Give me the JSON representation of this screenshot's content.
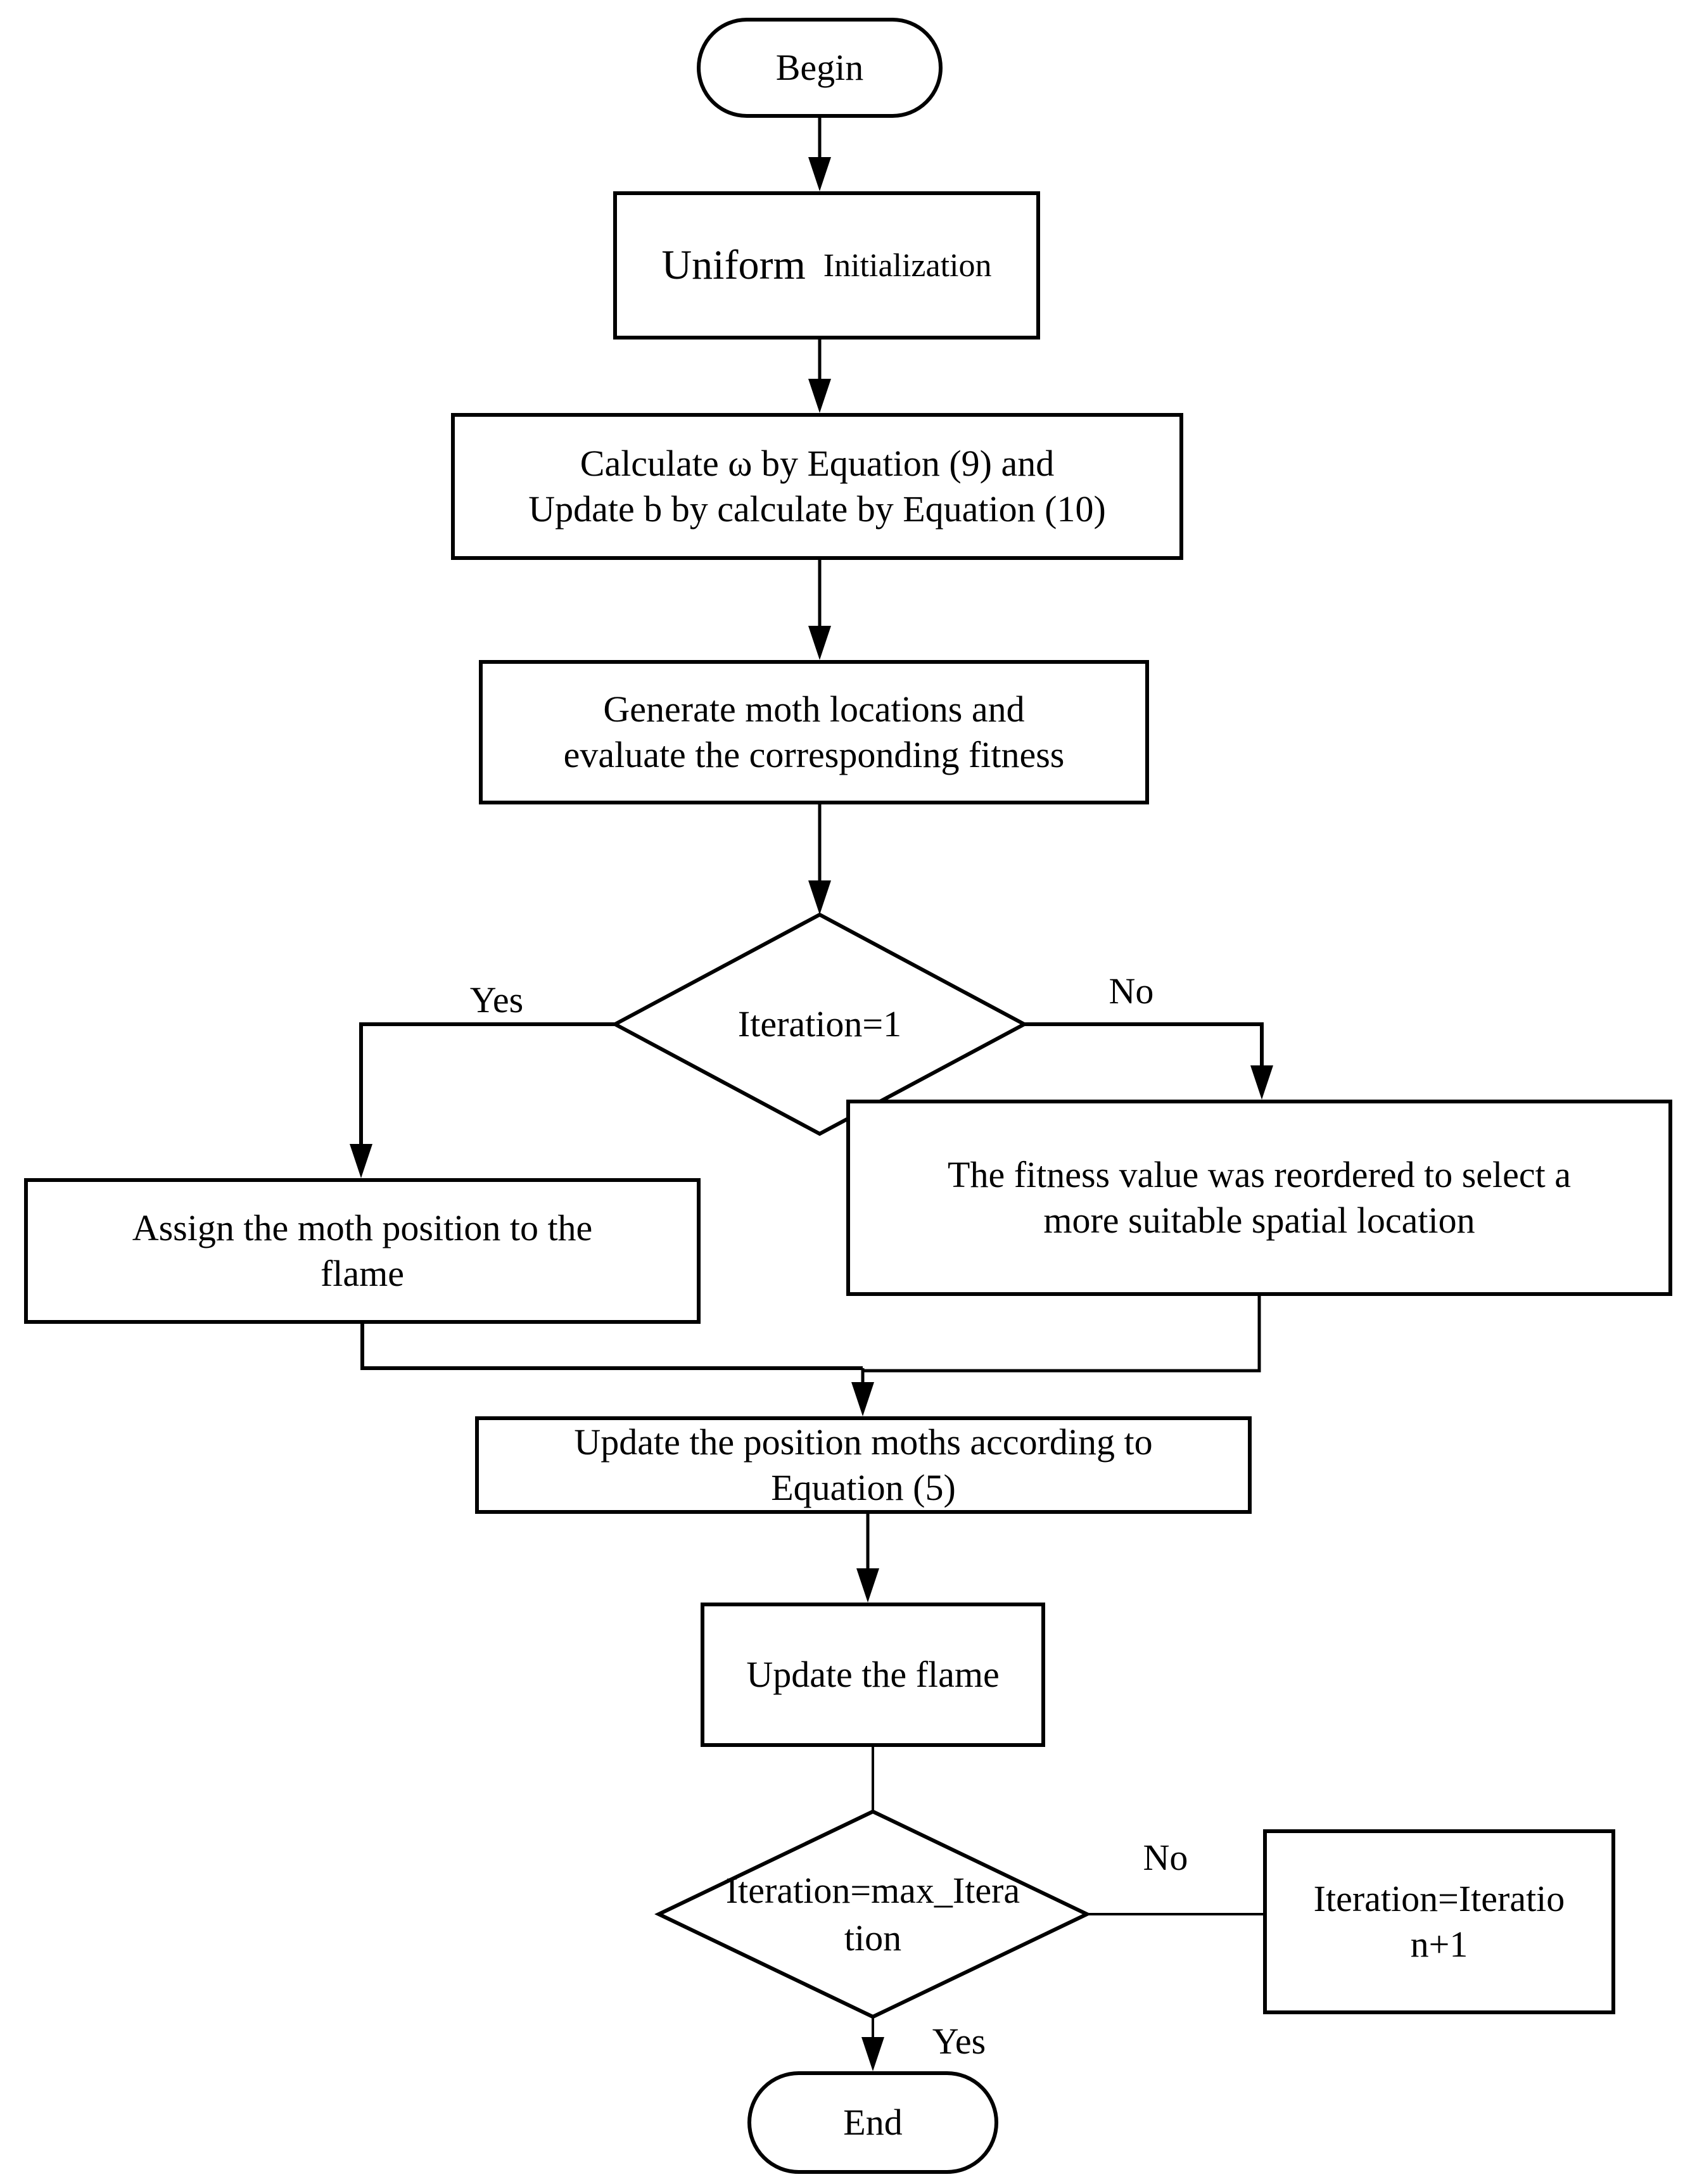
{
  "colors": {
    "ink": "#000000",
    "paper": "#ffffff"
  },
  "nodes": {
    "begin": {
      "label": "Begin"
    },
    "uniform": {
      "word1": "Uniform",
      "word2": "Initialization"
    },
    "calculate": {
      "lines": [
        "Calculate ω by Equation (9) and",
        "Update b by calculate by Equation (10)"
      ]
    },
    "generate": {
      "lines": [
        "Generate moth locations and",
        "evaluate the corresponding fitness"
      ]
    },
    "decision_iteration1": {
      "label": "Iteration=1",
      "yes_label": "Yes",
      "no_label": "No"
    },
    "assign": {
      "lines": [
        "Assign the moth position to the",
        "flame"
      ]
    },
    "fitness": {
      "lines": [
        "The fitness value was reordered to select a",
        "more suitable spatial location"
      ]
    },
    "update_position": {
      "lines": [
        "Update the position moths according to",
        "Equation (5)"
      ]
    },
    "update_flame": {
      "label": "Update the flame"
    },
    "decision_max_iteration": {
      "lines": [
        "Iteration=max_Itera",
        "tion"
      ],
      "yes_label": "Yes",
      "no_label": "No"
    },
    "increment": {
      "lines": [
        "Iteration=Iteratio",
        "n+1"
      ]
    },
    "end": {
      "label": "End"
    }
  }
}
